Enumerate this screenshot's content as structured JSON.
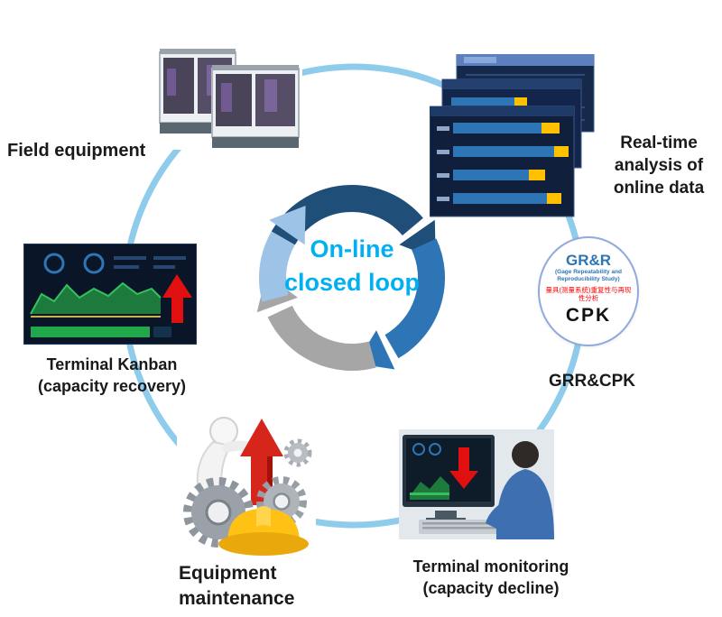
{
  "center": {
    "line1": "On-line",
    "line2": "closed loop"
  },
  "labels": {
    "field_equipment": "Field equipment",
    "realtime_line1": "Real-time",
    "realtime_line2": "analysis of",
    "realtime_line3": "online data",
    "grr_cpk": "GRR&CPK",
    "monitoring_line1": "Terminal monitoring",
    "monitoring_line2": "(capacity decline)",
    "maintenance_line1": "Equipment",
    "maintenance_line2": "maintenance",
    "kanban_line1": "Terminal Kanban",
    "kanban_line2": "(capacity recovery)"
  },
  "badge": {
    "title": "GR&R",
    "sub1": "(Gage Repeatability and",
    "sub2": "Reproducibility Study)",
    "cn": "量具(测量系统)重复性与再现性分析",
    "cpk": "CPK"
  },
  "colors": {
    "center_text": "#00B0F0",
    "outer_ring": "#8FCBEA",
    "loop_dark_blue": "#1F4E79",
    "loop_medium_blue": "#2E75B6",
    "loop_light_blue": "#9DC3E6",
    "loop_gray": "#A6A6A6",
    "badge_blue": "#2E75B6",
    "badge_red": "#FF0000",
    "status_arrow_red": "#E01010",
    "chart_green": "#21A84A",
    "hat_yellow": "#FFC114",
    "dashboard_navy": "#101F3C"
  }
}
